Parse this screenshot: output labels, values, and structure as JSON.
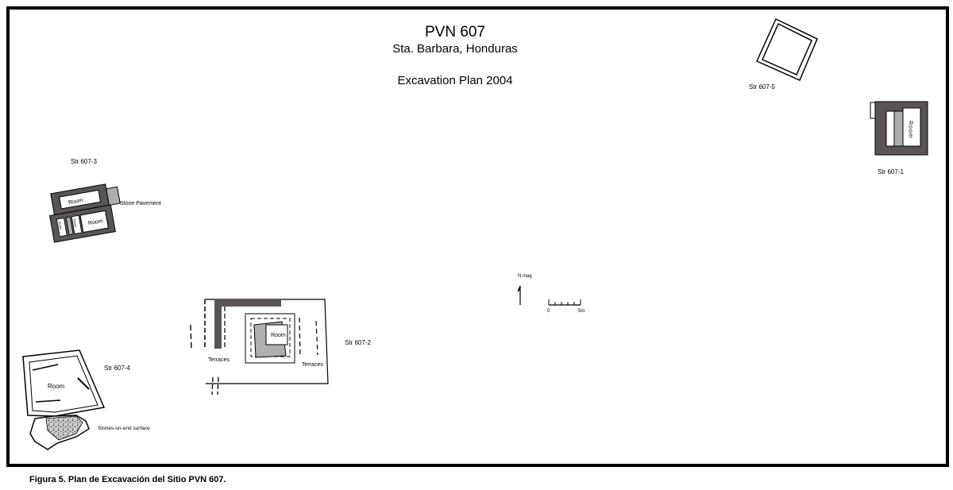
{
  "title": {
    "main": "PVN 607",
    "location": "Sta. Barbara, Honduras",
    "plan": "Excavation Plan 2004"
  },
  "structures": {
    "str1": {
      "label": "Str 607-1",
      "room": "Room"
    },
    "str2": {
      "label": "Str 607-2",
      "room": "Room",
      "terraces_left": "Terraces",
      "terraces_right": "Terraces"
    },
    "str3": {
      "label": "Str 607-3",
      "room_top": "Room",
      "room_bottom": "Room",
      "room_vertical_1": "Room",
      "room_vertical_2": "Room",
      "pavement": "Stone Pavement"
    },
    "str4": {
      "label": "Str 607-4",
      "room": "Room",
      "surface": "Stones-on-end surface"
    },
    "str5": {
      "label": "Str 607-5"
    }
  },
  "north_arrow": {
    "label": "N mag"
  },
  "scale_bar": {
    "start": "0",
    "end": "5m"
  },
  "caption": "Figura 5.  Plan de Excavación del Sitio PVN 607.",
  "colors": {
    "wall": "#5a5555",
    "fill_light": "#b0aeae",
    "border": "#000000"
  }
}
